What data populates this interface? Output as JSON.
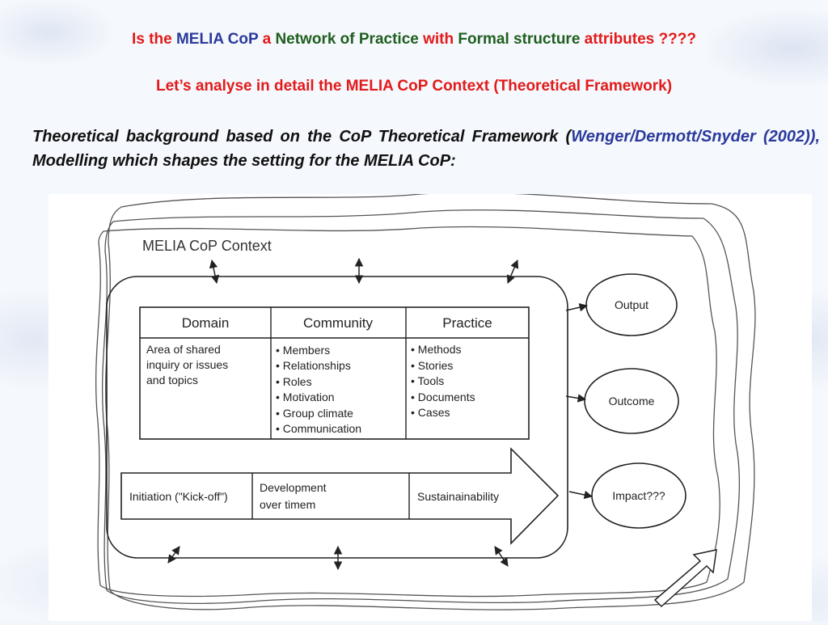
{
  "title": {
    "part1": "Is the",
    "part2": "MELIA CoP",
    "part3": "a",
    "part4": "Network of Practice",
    "part5": "with",
    "part6": "Formal structure",
    "part7": "attributes ????"
  },
  "subtitle": "Let’s analyse in detail the MELIA CoP Context  (Theoretical Framework)",
  "paragraph": {
    "lead": "Theoretical background based on the CoP Theoretical Framework (",
    "citation": "Wenger/Dermott/Snyder (2002)),",
    "tail": " Modelling which shapes the setting for the MELIA CoP:"
  },
  "diagram": {
    "context_label": "MELIA CoP Context",
    "columns": [
      {
        "header": "Domain",
        "items": [
          "Area of shared",
          "inquiry or issues",
          "and topics"
        ]
      },
      {
        "header": "Community",
        "items": [
          "• Members",
          "• Relationships",
          "• Roles",
          "• Motivation",
          "• Group climate",
          "• Communication"
        ]
      },
      {
        "header": "Practice",
        "items": [
          "• Methods",
          "• Stories",
          "• Tools",
          "• Documents",
          "• Cases"
        ]
      }
    ],
    "phases": {
      "initiation": "Initiation (\"Kick-off\")",
      "development_line1": "Development",
      "development_line2": "over timem",
      "sustainability": "Sustainainability"
    },
    "results": [
      "Output",
      "Outcome",
      "Impact???"
    ]
  },
  "colors": {
    "red": "#e31a1a",
    "blue": "#2c3a9c",
    "green": "#1f5f1f"
  }
}
